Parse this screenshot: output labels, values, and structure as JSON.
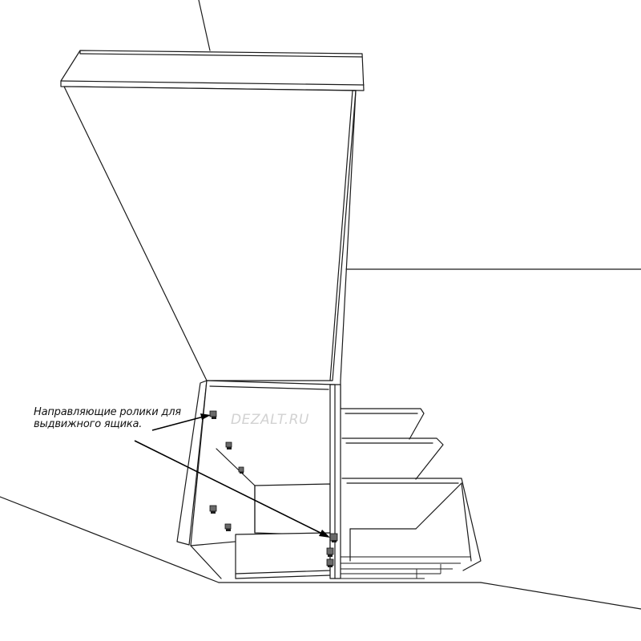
{
  "annotation": {
    "line1": "Направляющие ролики для",
    "line2": "выдвижного ящика."
  },
  "watermark": "DEZALT.RU"
}
